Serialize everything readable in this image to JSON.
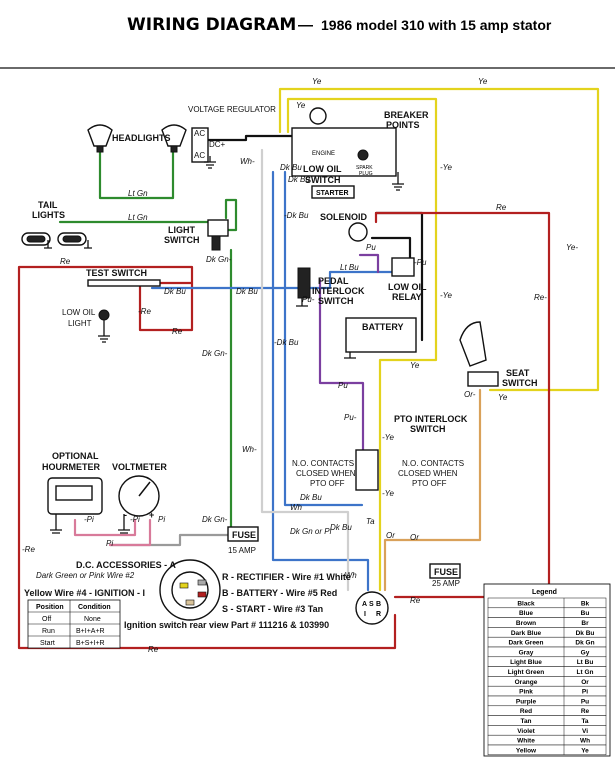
{
  "title": {
    "main": "WIRING DIAGRAM",
    "dash": "—",
    "sub": "1986 model 310 with 15 amp stator"
  },
  "components": {
    "voltage_regulator": "VOLTAGE REGULATOR",
    "vr_ac_top": "AC",
    "vr_dc": "DC+",
    "vr_ac_bottom": "AC",
    "headlights": "HEADLIGHTS",
    "tail_lights": "TAIL LIGHTS",
    "light_switch": "LIGHT SWITCH",
    "breaker_points": "BREAKER POINTS",
    "engine": "ENGINE",
    "spark_plug": "SPARK PLUG",
    "low_oil_switch": "LOW OIL SWITCH",
    "starter": "STARTER",
    "solenoid": "SOLENOID",
    "test_switch": "TEST SWITCH",
    "low_oil_light": "LOW OIL LIGHT",
    "pedal_interlock_switch": "PEDAL INTERLOCK SWITCH",
    "low_oil_relay": "LOW OIL RELAY",
    "battery": "BATTERY",
    "seat_switch": "SEAT SWITCH",
    "pto_interlock_switch": "PTO INTERLOCK SWITCH",
    "no_contacts_left": "N.O. CONTACTS CLOSED WHEN PTO OFF",
    "no_contacts_right": "N.O. CONTACTS CLOSED WHEN PTO OFF",
    "optional_hourmeter": "OPTIONAL HOURMETER",
    "voltmeter": "VOLTMETER",
    "fuse_15": "FUSE",
    "fuse_15_rating": "15 AMP",
    "fuse_25": "FUSE",
    "fuse_25_rating": "25 AMP",
    "minus_sign": "-",
    "plus_sign": "+"
  },
  "ignition": {
    "dc_accessories": "D.C. ACCESSORIES - A",
    "dc_accessories_note": "Dark Green or Pink Wire #2",
    "yellow_wire": "Yellow Wire #4 - IGNITION - I",
    "rectifier": "R - RECTIFIER - Wire #1 White",
    "battery": "B - BATTERY - Wire #5 Red",
    "start": "S - START - Wire #3 Tan",
    "rear_view": "Ignition switch rear view Part # 111216 & 103990",
    "terminals": [
      "A",
      "S",
      "I",
      "R",
      "B"
    ]
  },
  "position_table": {
    "headers": [
      "Position",
      "Condition"
    ],
    "rows": [
      [
        "Off",
        "None"
      ],
      [
        "Run",
        "B+I+A+R"
      ],
      [
        "Start",
        "B+S+I+R"
      ]
    ]
  },
  "legend": {
    "title": "Legend",
    "rows": [
      [
        "Black",
        "Bk"
      ],
      [
        "Blue",
        "Bu"
      ],
      [
        "Brown",
        "Br"
      ],
      [
        "Dark Blue",
        "Dk Bu"
      ],
      [
        "Dark Green",
        "Dk Gn"
      ],
      [
        "Gray",
        "Gy"
      ],
      [
        "Light Blue",
        "Lt Bu"
      ],
      [
        "Light Green",
        "Lt Gn"
      ],
      [
        "Orange",
        "Or"
      ],
      [
        "Pink",
        "Pi"
      ],
      [
        "Purple",
        "Pu"
      ],
      [
        "Red",
        "Re"
      ],
      [
        "Tan",
        "Ta"
      ],
      [
        "Violet",
        "Vi"
      ],
      [
        "White",
        "Wh"
      ],
      [
        "Yellow",
        "Ye"
      ]
    ]
  },
  "wire_labels": {
    "ye_top_left": "Ye",
    "ye_top_right": "Ye",
    "ye_second": "Ye",
    "ye_breaker": "-Ye",
    "ye_right_side": "Ye-",
    "ye_mid": "-Ye",
    "ye_battery": "Ye",
    "ye_pto": "-Ye",
    "ye_pto_low": "-Ye",
    "ye_seat": "Ye",
    "wh_vr": "Wh-",
    "dk_bu_1": "Dk Bu",
    "dk_bu_2": "Dk Bu",
    "dk_bu_3": "-Dk Bu",
    "dk_bu_4": "-Dk Bu",
    "dk_bu_test": "Dk Bu",
    "dk_bu_mid": "Dk Bu",
    "dk_bu_low1": "Dk Bu",
    "dk_bu_low2": "Dk Bu",
    "lt_gn_1": "Lt Gn",
    "lt_gn_2": "Lt Gn",
    "dk_gn_1": "Dk Gn-",
    "dk_gn_2": "Dk Gn-",
    "dk_gn_3": "Dk Gn-",
    "dk_gn_pi": "Dk Gn or Pi",
    "re_top": "Re",
    "re_left": "Re",
    "re_test": "-Re",
    "re_test2": "Re",
    "re_right": "Re-",
    "re_left_low": "-Re",
    "re_bottom": "Re",
    "re_bottom2": "Re",
    "lt_bu": "Lt Bu",
    "pu_1": "Pu",
    "pu_2": "-Pu",
    "pu_3": "Pu-",
    "pu_4": "Pu",
    "pu_5": "Pu-",
    "wh_1": "Wh-",
    "wh_2": "Wh",
    "wh_3": "-Wh",
    "pi_1": "-Pi",
    "pi_2": "-Pi",
    "pi_3": "Pi",
    "pi_4": "Pi",
    "ta": "Ta",
    "or_1": "Or",
    "or_2": "Or",
    "or_3": "Or-"
  }
}
